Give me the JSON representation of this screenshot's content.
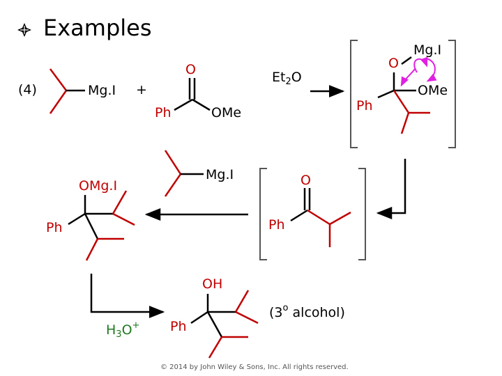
{
  "slide": {
    "title": "Examples",
    "example_number": "(4)",
    "copyright": "© 2014 by John Wiley & Sons, Inc. All rights reserved."
  },
  "reactant_grignard": {
    "mgi": "Mg.I",
    "plus": "+"
  },
  "ester": {
    "oxygen": "O",
    "phenyl": "Ph",
    "methoxy": "OMe"
  },
  "conditions": {
    "solvent_prefix": "Et",
    "solvent_sub": "2",
    "solvent_suffix": "O",
    "acid_prefix": "H",
    "acid_sub": "3",
    "acid_mid": "O",
    "acid_sup": "+"
  },
  "intermediate_1": {
    "oxygen": "O",
    "mgi": "Mg.I",
    "phenyl": "Ph",
    "methoxy": "OMe"
  },
  "ketone": {
    "oxygen": "O",
    "phenyl": "Ph"
  },
  "reagent_2": {
    "mgi": "Mg.I"
  },
  "alkoxide": {
    "omgi": "OMg.I",
    "phenyl": "Ph"
  },
  "product": {
    "hydroxyl": "OH",
    "phenyl": "Ph",
    "class_open": "(3",
    "class_degree": "o",
    "class_text": " alcohol)"
  },
  "colors": {
    "red": "#c00000",
    "green": "#1f7a1f",
    "magenta": "#e020e0",
    "black": "#000000"
  }
}
